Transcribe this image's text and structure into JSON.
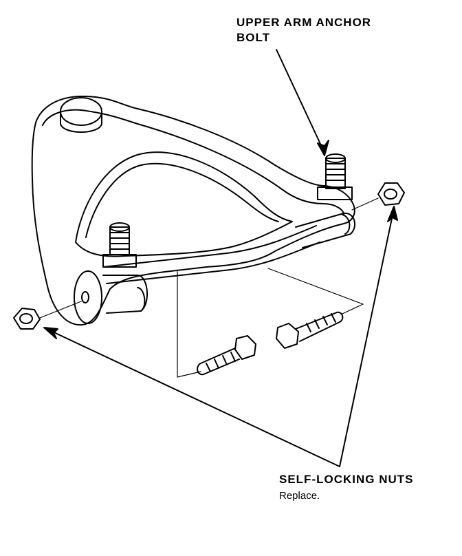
{
  "labels": {
    "upper_arm_anchor_bolt_line1": "UPPER ARM ANCHOR",
    "upper_arm_anchor_bolt_line2": "BOLT",
    "self_locking_nuts": "SELF-LOCKING NUTS",
    "replace_note": "Replace."
  },
  "colors": {
    "ink": "#000000",
    "paper": "#ffffff"
  }
}
